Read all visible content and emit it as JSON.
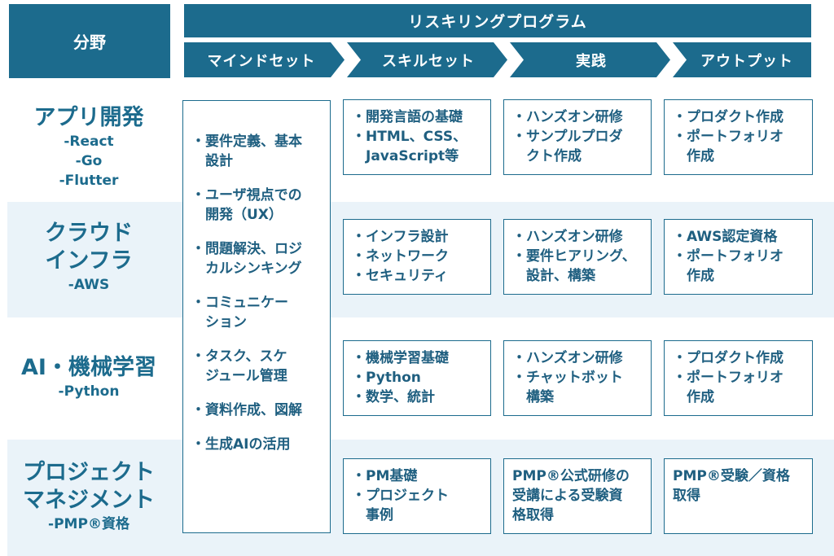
{
  "header": {
    "field_label": "分野",
    "program_label": "リスキリングプログラム",
    "stages": [
      "マインドセット",
      "スキルセット",
      "実践",
      "アウトプット"
    ]
  },
  "colors": {
    "primary": "#1c6b8d",
    "band": "#eaf3f9",
    "text": "#1f5f80"
  },
  "mindset": {
    "items": [
      "・要件定義、基本\n　設計",
      "・ユーザ視点での\n　開発（UX）",
      "・問題解決、ロジ\n　カルシンキング",
      "・コミュニケー\n　ション",
      "・タスク、スケ\n　ジュール管理",
      "・資料作成、図解",
      "・生成AIの活用"
    ]
  },
  "rows": [
    {
      "title": "アプリ開発",
      "subs": [
        "-React",
        "-Go",
        "-Flutter"
      ],
      "skillset": "・開発言語の基礎\n・HTML、CSS、\n　JavaScript等",
      "practice": "・ハンズオン研修\n・サンプルプロダ\n　クト作成",
      "output": "・プロダクト作成\n・ポートフォリオ\n　作成"
    },
    {
      "title": "クラウド\nインフラ",
      "subs": [
        "-AWS"
      ],
      "skillset": "・インフラ設計\n・ネットワーク\n・セキュリティ",
      "practice": "・ハンズオン研修\n・要件ヒアリング、\n　設計、構築",
      "output": "・AWS認定資格\n・ポートフォリオ\n　作成"
    },
    {
      "title": "AI・機械学習",
      "subs": [
        "-Python"
      ],
      "skillset": "・機械学習基礎\n・Python\n・数学、統計",
      "practice": "・ハンズオン研修\n・チャットボット\n　構築",
      "output": "・プロダクト作成\n・ポートフォリオ\n　作成"
    },
    {
      "title": "プロジェクト\nマネジメント",
      "subs": [
        "-PMP®資格"
      ],
      "skillset": "・PM基礎\n・プロジェクト\n　事例",
      "practice": "PMP®公式研修の\n受講による受験資\n格取得",
      "output": "PMP®受験／資格\n取得"
    }
  ]
}
